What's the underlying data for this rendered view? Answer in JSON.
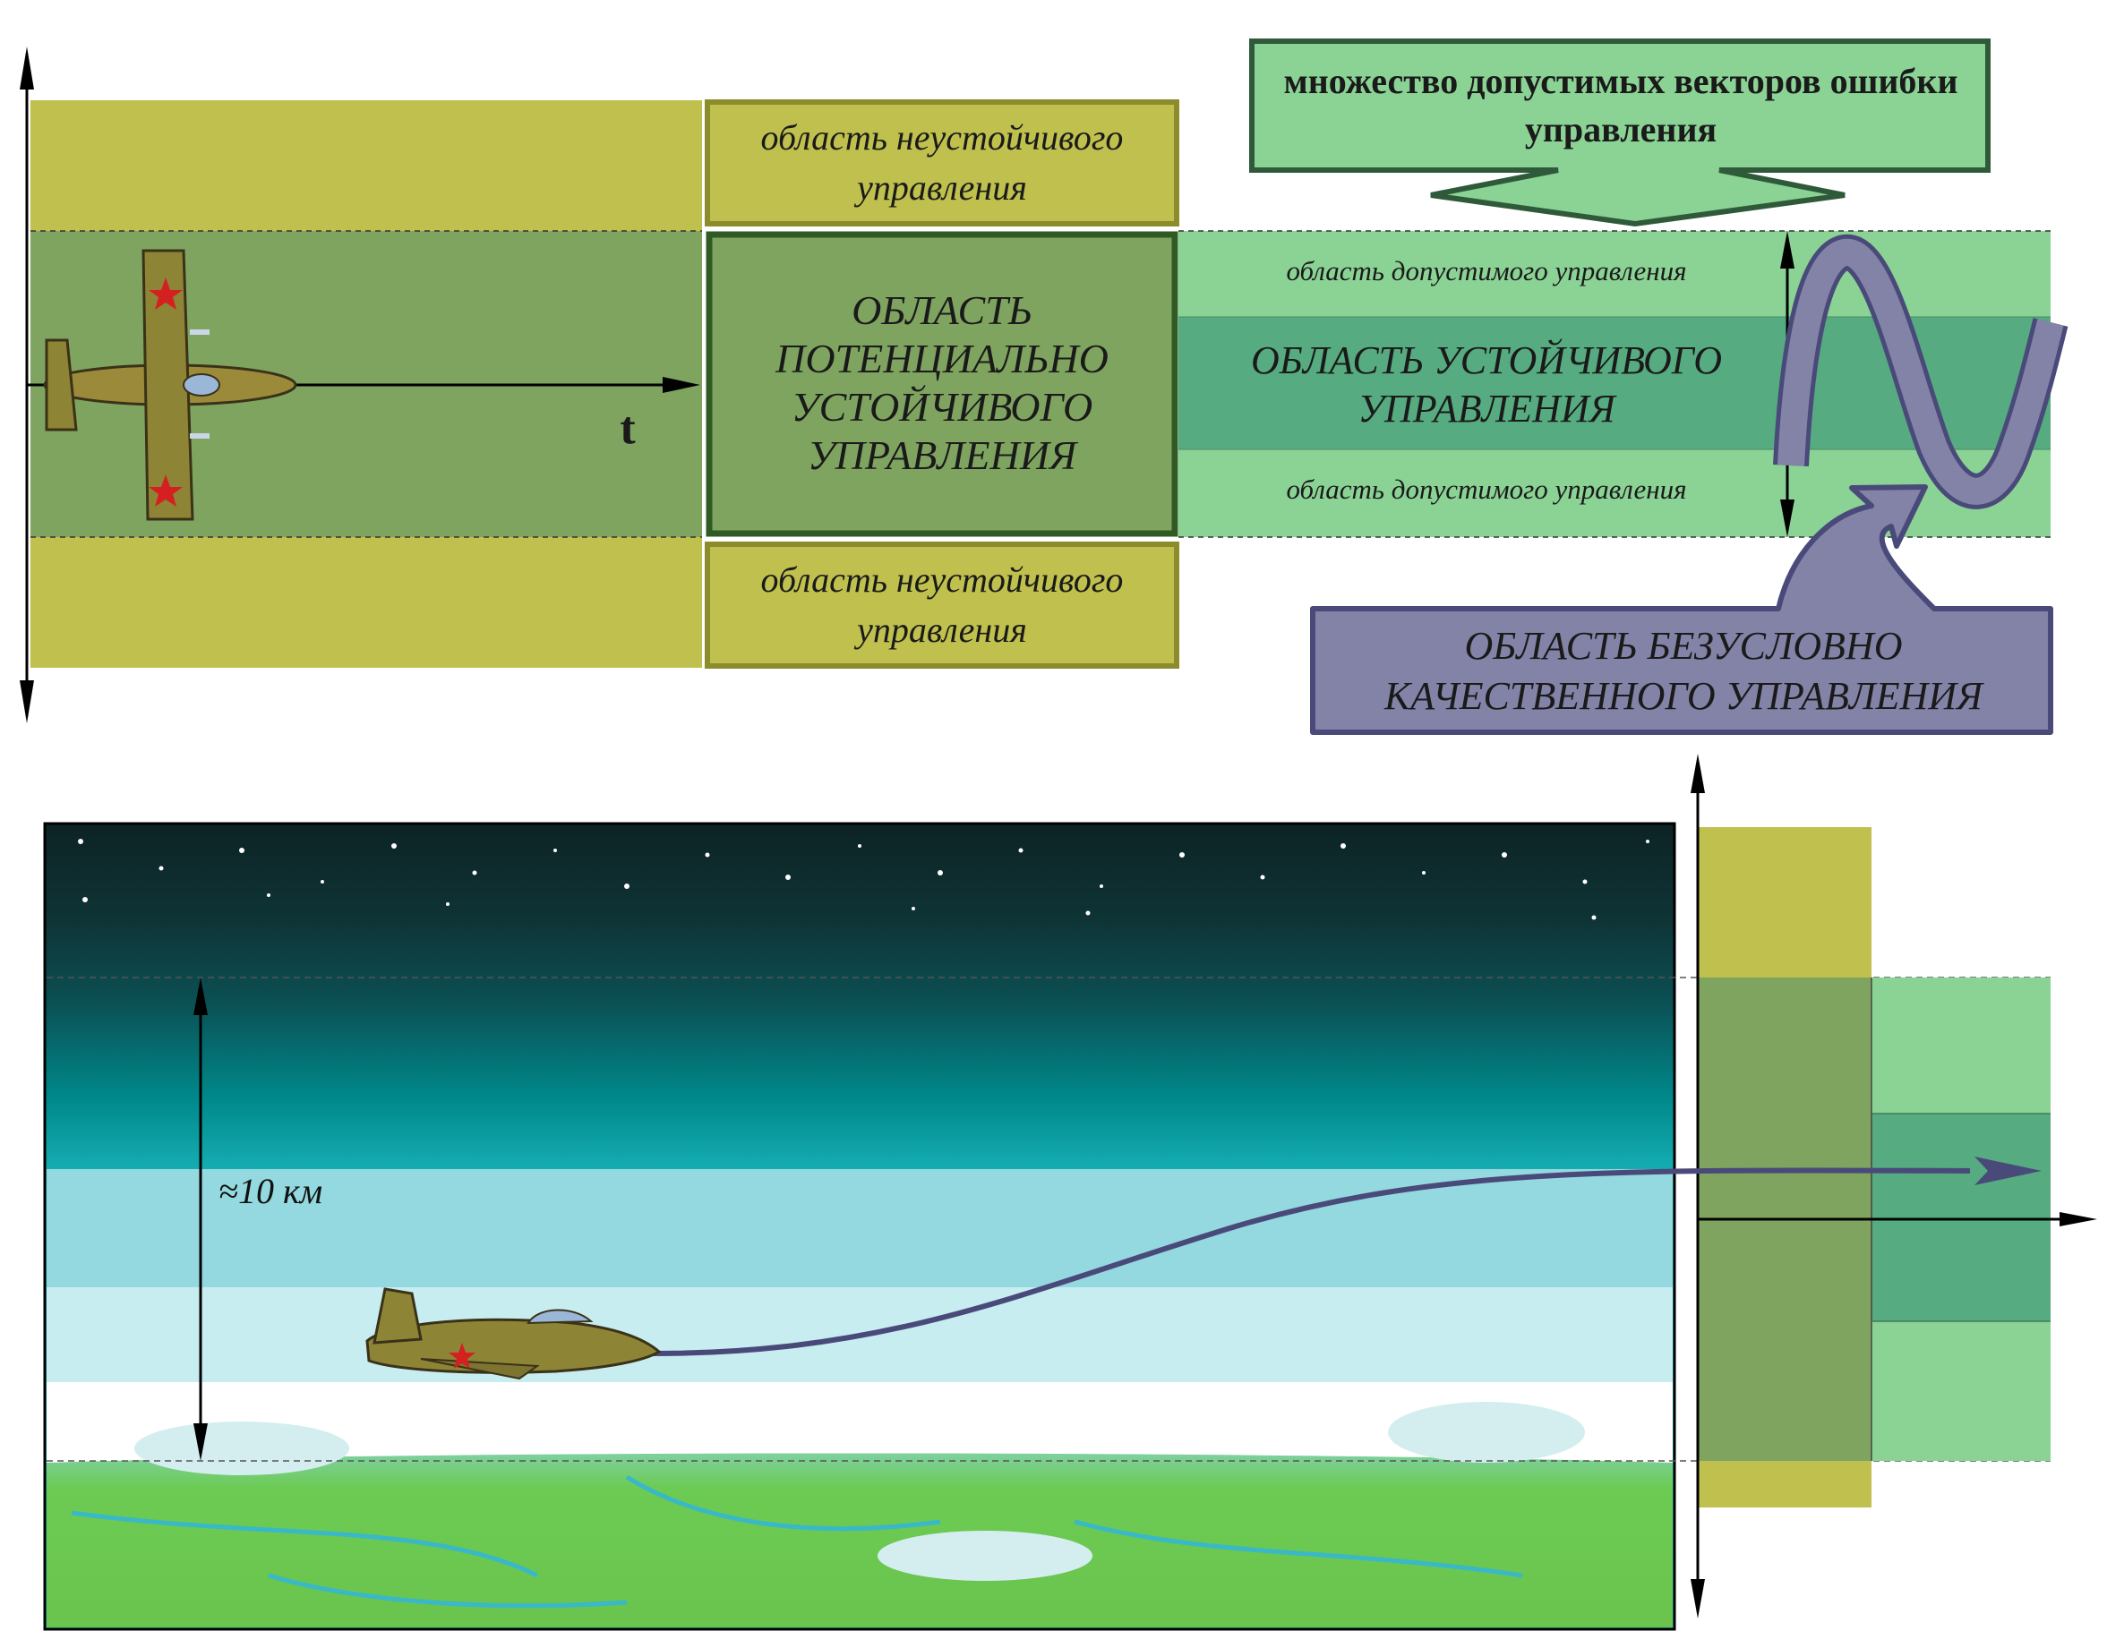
{
  "top": {
    "t_label": "t",
    "unstable_top": "область неустойчивого управления",
    "unstable_bottom": "область неустойчивого управления",
    "potential_stable": "ОБЛАСТЬ ПОТЕНЦИАЛЬНО УСТОЙЧИВОГО УПРАВЛЕНИЯ",
    "admissible_top": "область допустимого управления",
    "admissible_bottom": "область допустимого управления",
    "stable": "ОБЛАСТЬ УСТОЙЧИВОГО УПРАВЛЕНИЯ",
    "vector_set": "множество допустимых векторов ошибки управления",
    "quality": "ОБЛАСТЬ БЕЗУСЛОВНО КАЧЕСТВЕННОГО УПРАВЛЕНИЯ"
  },
  "bottom": {
    "altitude_label": "≈10 км"
  },
  "colors": {
    "olive": "#bfc04d",
    "mid_green": "#7fa460",
    "light_green": "#8bd295",
    "teal_green": "#56ab80",
    "purple": "#8383a8",
    "dark_purple": "#4a4a7a"
  }
}
